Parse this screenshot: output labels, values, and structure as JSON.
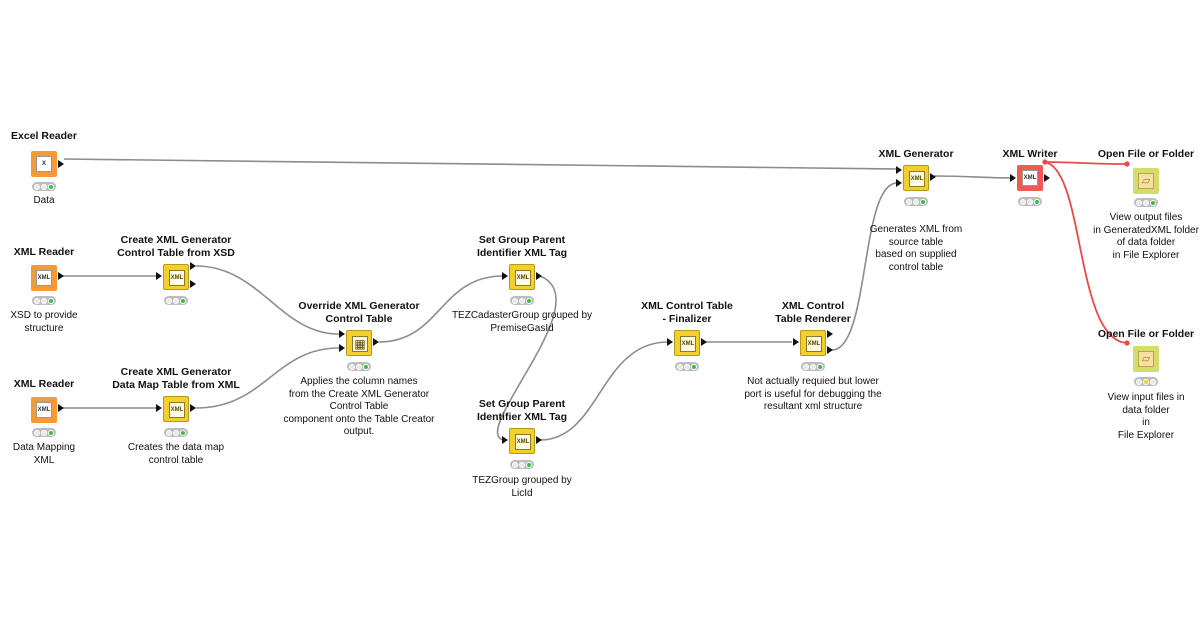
{
  "workflow": {
    "nodes": [
      {
        "id": "excel-reader",
        "title": "Excel Reader",
        "icon": "excel-file-icon",
        "color": "orange",
        "status": [
          "off",
          "off",
          "green"
        ],
        "description": "Data"
      },
      {
        "id": "xml-reader-1",
        "title": "XML Reader",
        "icon": "xml-file-icon",
        "color": "orange",
        "status": [
          "off",
          "off",
          "green"
        ],
        "description": "XSD to provide\nstructure"
      },
      {
        "id": "xml-reader-2",
        "title": "XML Reader",
        "icon": "xml-file-icon",
        "color": "orange",
        "status": [
          "off",
          "off",
          "green"
        ],
        "description": "Data Mapping\nXML"
      },
      {
        "id": "create-ctrl-xsd",
        "title": "Create XML Generator\nControl Table from XSD",
        "icon": "xml-component-icon",
        "color": "yellow",
        "status": [
          "off",
          "off",
          "green"
        ],
        "description": ""
      },
      {
        "id": "create-datamap",
        "title": "Create XML Generator\nData Map Table from XML",
        "icon": "xml-component-icon",
        "color": "yellow",
        "status": [
          "off",
          "off",
          "green"
        ],
        "description": "Creates the data map\ncontrol table"
      },
      {
        "id": "override",
        "title": "Override XML Generator\nControl Table",
        "icon": "table-icon",
        "color": "yellow",
        "status": [
          "off",
          "off",
          "green"
        ],
        "description": "Applies the column names\nfrom the Create XML Generator\nControl Table\ncomponent onto the Table Creator\noutput."
      },
      {
        "id": "set-parent-1",
        "title": "Set Group Parent\nIdentifier XML Tag",
        "icon": "xml-component-icon",
        "color": "yellow",
        "status": [
          "off",
          "off",
          "green"
        ],
        "description": "TEZCadasterGroup grouped by\nPremiseGasId"
      },
      {
        "id": "set-parent-2",
        "title": "Set Group Parent\nIdentifier XML Tag",
        "icon": "xml-component-icon",
        "color": "yellow",
        "status": [
          "off",
          "off",
          "green"
        ],
        "description": "TEZGroup grouped by\nLicId"
      },
      {
        "id": "finalizer",
        "title": "XML Control Table\n- Finalizer",
        "icon": "xml-component-icon",
        "color": "yellow",
        "status": [
          "off",
          "off",
          "green"
        ],
        "description": ""
      },
      {
        "id": "renderer",
        "title": "XML Control\nTable Renderer",
        "icon": "xml-component-icon",
        "color": "yellow",
        "status": [
          "off",
          "off",
          "green"
        ],
        "description": "Not actually requied but lower\nport is useful for debugging the\nresultant xml structure"
      },
      {
        "id": "xml-generator",
        "title": "XML Generator",
        "icon": "xml-component-icon",
        "color": "yellow",
        "status": [
          "off",
          "off",
          "green"
        ],
        "description": "Generates XML from\nsource table\nbased on supplied\ncontrol table"
      },
      {
        "id": "xml-writer",
        "title": "XML Writer",
        "icon": "xml-writer-icon",
        "color": "red",
        "status": [
          "off",
          "off",
          "green"
        ],
        "description": ""
      },
      {
        "id": "open-folder-1",
        "title": "Open File or Folder",
        "icon": "folder-open-icon",
        "color": "lime",
        "status": [
          "off",
          "off",
          "green"
        ],
        "description": "View output files\nin GeneratedXML folder\nof data folder\nin  File Explorer"
      },
      {
        "id": "open-folder-2",
        "title": "Open File or Folder",
        "icon": "folder-open-icon",
        "color": "lime",
        "status": [
          "off",
          "yellow",
          "off"
        ],
        "description": "View input files in\ndata folder\nin\nFile Explorer"
      }
    ],
    "glyphs": {
      "excel-file-icon": "X",
      "xml-file-icon": "XML",
      "xml-component-icon": "XML",
      "table-icon": "▦",
      "xml-writer-icon": "XML",
      "folder-open-icon": "▱"
    },
    "colors": {
      "wire": "#8c8c8c",
      "active_wire": "#e84a4a",
      "orange": "#f59a34",
      "yellow": "#f3cf2b",
      "red": "#f05a55",
      "green": "#3dba4c"
    }
  }
}
